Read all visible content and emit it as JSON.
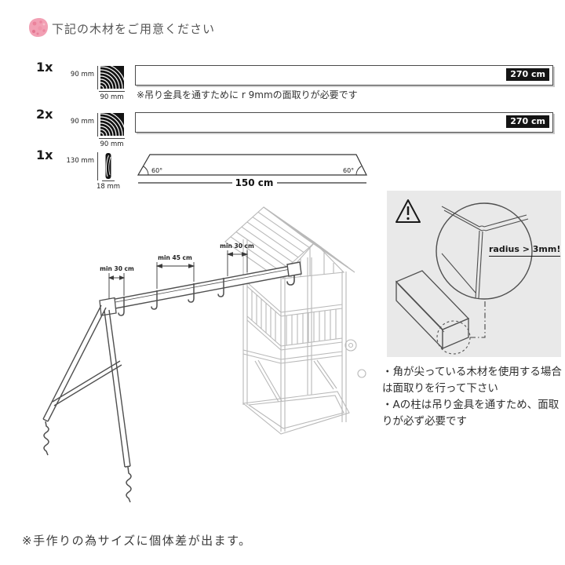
{
  "header": {
    "title": "下記の木材をご用意ください"
  },
  "materials": [
    {
      "qty": "1x",
      "side_a": "90 mm",
      "side_b": "90 mm",
      "length": "270 cm",
      "note": "※吊り金具を通すために r 9mmの面取りが必要です"
    },
    {
      "qty": "2x",
      "side_a": "90 mm",
      "side_b": "90 mm",
      "length": "270 cm"
    },
    {
      "qty": "1x",
      "side_a": "130 mm",
      "side_b": "18 mm",
      "length": "150 cm",
      "angle_left": "60°",
      "angle_right": "60°"
    }
  ],
  "assembly_diagram": {
    "dim_labels": [
      "min 30 cm",
      "min 45 cm",
      "min 30 cm"
    ]
  },
  "warning_panel": {
    "radius_note": "radius > 3mm!",
    "notes": [
      "・角が尖っている木材を使用する場合は面取りを行って下さい",
      "・Aの柱は吊り金具を通すため、面取りが必ず必要です"
    ]
  },
  "footer_note": "※手作りの為サイズに個体差が出ます。",
  "colors": {
    "accent_pink": "#f2a0b4",
    "badge_black": "#141414",
    "panel_gray": "#e9e9e9"
  }
}
